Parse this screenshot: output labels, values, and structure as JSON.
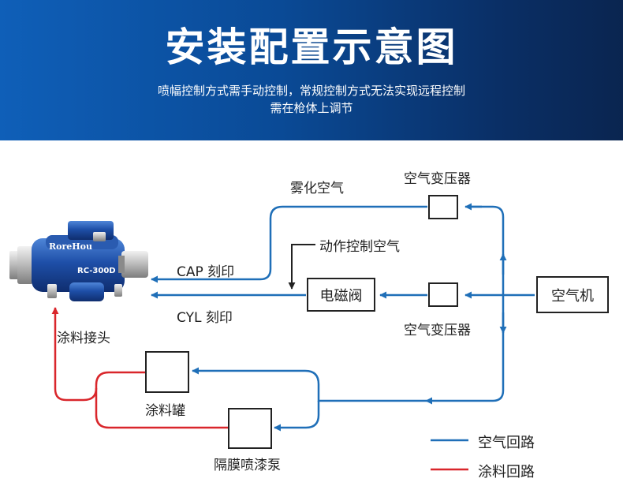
{
  "header": {
    "title": "安装配置示意图",
    "subtitle_line1": "喷幅控制方式需手动控制，常规控制方式无法实现远程控制",
    "subtitle_line2": "需在枪体上调节"
  },
  "spray_gun": {
    "brand": "RoreHou",
    "model": "RC-300D"
  },
  "labels": {
    "atomizing_air": "雾化空气",
    "regulator_top": "空气变压器",
    "regulator_bottom": "空气变压器",
    "action_air": "动作控制空气",
    "cap_port": "CAP 刻印",
    "cyl_port": "CYL 刻印",
    "material_fitting": "涂料接头",
    "material_tank": "涂料罐",
    "diaphragm_pump": "隔膜喷漆泵"
  },
  "boxes": {
    "solenoid_valve": "电磁阀",
    "compressor": "空气机"
  },
  "legend": {
    "air_circuit": "空气回路",
    "paint_circuit": "涂料回路"
  },
  "colors": {
    "air_line": "#1f6fb8",
    "paint_line": "#d9262b",
    "header_bg": "#0a4a96"
  }
}
